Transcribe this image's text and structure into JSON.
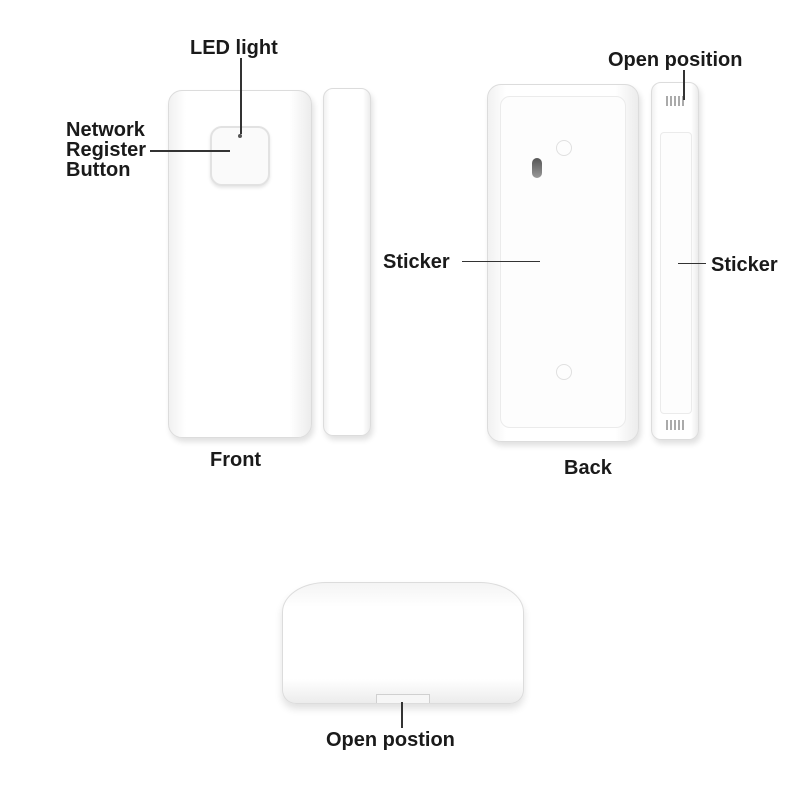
{
  "labels": {
    "led_light": "LED light",
    "network_line1": "Network",
    "network_line2": "Register",
    "network_line3": "Button",
    "front": "Front",
    "open_position_top": "Open position",
    "sticker_left": "Sticker",
    "sticker_right": "Sticker",
    "back": "Back",
    "open_position_bottom": "Open postion"
  }
}
